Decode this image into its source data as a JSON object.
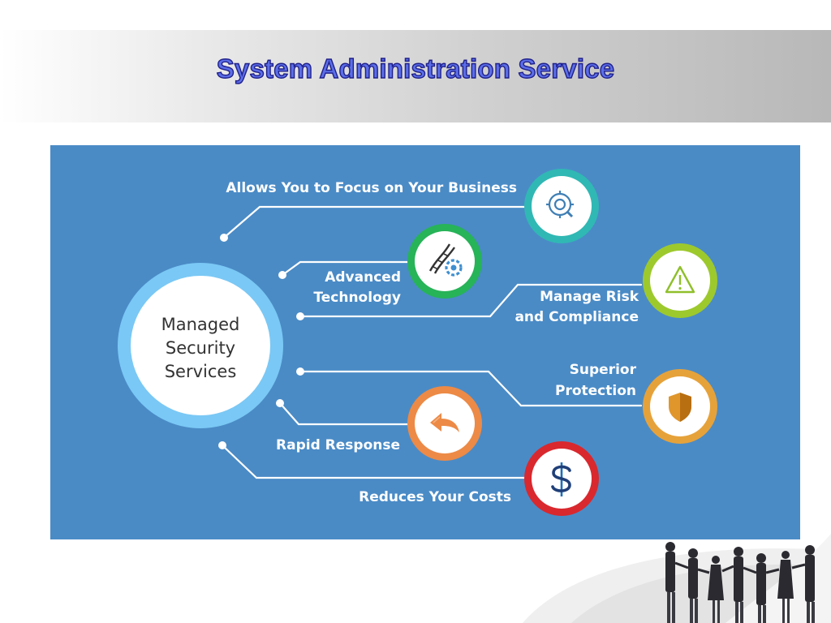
{
  "slide": {
    "title": "System Administration Service"
  },
  "diagram": {
    "background": "#4a8bc6",
    "hub": {
      "lines": [
        "Managed",
        "Security",
        "Services"
      ],
      "ring_color": "#7ac8f5"
    },
    "items": [
      {
        "label_lines": [
          "Allows You to Focus on Your Business"
        ],
        "icon": "search-gear-icon",
        "ring_color": "#30b8b4"
      },
      {
        "label_lines": [
          "Advanced",
          "Technology"
        ],
        "icon": "dna-gear-icon",
        "ring_color": "#27b358"
      },
      {
        "label_lines": [
          "Manage Risk",
          "and Compliance"
        ],
        "icon": "warning-icon",
        "ring_color": "#9dc92d"
      },
      {
        "label_lines": [
          "Superior",
          "Protection"
        ],
        "icon": "shield-icon",
        "ring_color": "#e6a23a"
      },
      {
        "label_lines": [
          "Rapid Response"
        ],
        "icon": "reply-arrow-icon",
        "ring_color": "#ec8a46"
      },
      {
        "label_lines": [
          "Reduces Your Costs"
        ],
        "icon": "dollar-icon",
        "ring_color": "#d9282e"
      }
    ]
  }
}
